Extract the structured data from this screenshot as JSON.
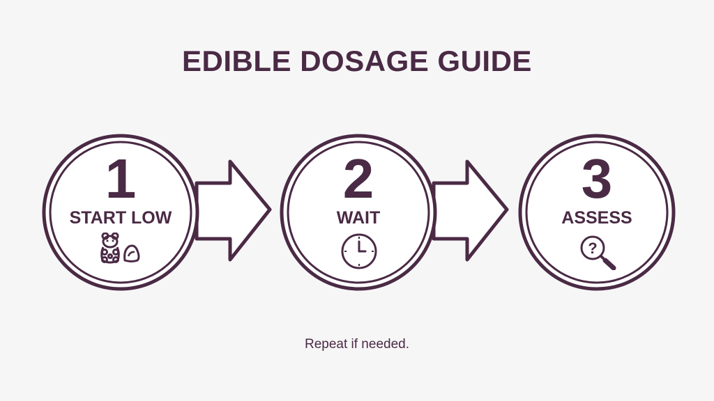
{
  "title": "EDIBLE DOSAGE GUIDE",
  "steps": [
    {
      "number": "1",
      "label": "START LOW",
      "icon": "gummy-bear-icon"
    },
    {
      "number": "2",
      "label": "WAIT",
      "icon": "clock-icon"
    },
    {
      "number": "3",
      "label": "ASSESS",
      "icon": "magnifier-question-icon"
    }
  ],
  "footer": "Repeat if needed.",
  "colors": {
    "accent": "#4a2a45",
    "background": "#f7f6f7",
    "fill": "#ffffff"
  }
}
